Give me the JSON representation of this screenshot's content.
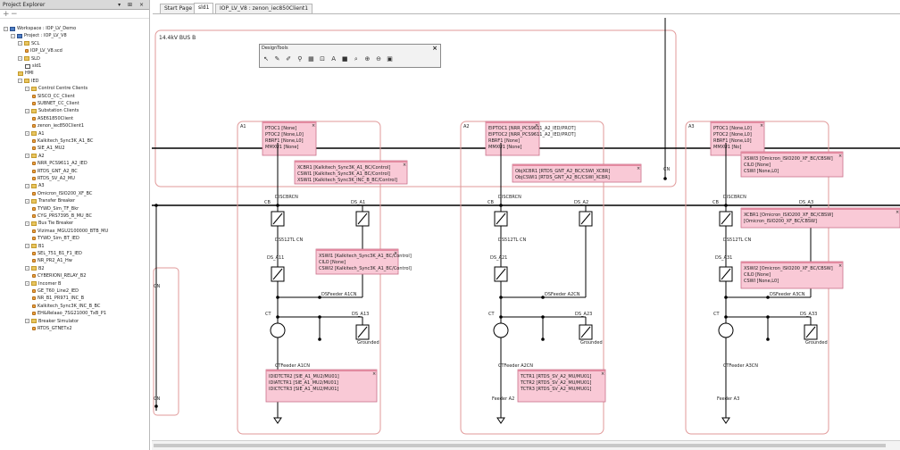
{
  "explorer": {
    "title": "Project Explorer",
    "controls": "▾ ⊞ ×",
    "toolbar": [
      {
        "name": "add-icon",
        "glyph": "+"
      },
      {
        "name": "remove-icon",
        "glyph": "−"
      }
    ],
    "tree": [
      {
        "label": "Workspace : IOP_LV_Demo",
        "level": 0,
        "icon": "ws",
        "exp": "-"
      },
      {
        "label": "Project : IOP_LV_V8",
        "level": 1,
        "icon": "ws",
        "exp": "-"
      },
      {
        "label": "SCL",
        "level": 2,
        "icon": "folder",
        "exp": "-"
      },
      {
        "label": "IOP_LV_V8.scd",
        "level": 3,
        "icon": "leaf",
        "exp": ""
      },
      {
        "label": "SLD",
        "level": 2,
        "icon": "folder",
        "exp": "-"
      },
      {
        "label": "sld1",
        "level": 3,
        "icon": "sld",
        "exp": ""
      },
      {
        "label": "HMI",
        "level": 2,
        "icon": "folder",
        "exp": ""
      },
      {
        "label": "IED",
        "level": 2,
        "icon": "folder",
        "exp": "-"
      },
      {
        "label": "Control Centre Clients",
        "level": 3,
        "icon": "folder",
        "exp": "-"
      },
      {
        "label": "SISCO_CC_Client",
        "level": 4,
        "icon": "leaf",
        "exp": ""
      },
      {
        "label": "SUBNET_CC_Client",
        "level": 4,
        "icon": "leaf",
        "exp": ""
      },
      {
        "label": "Substation Clients",
        "level": 3,
        "icon": "folder",
        "exp": "-"
      },
      {
        "label": "ASE61850Client",
        "level": 4,
        "icon": "leaf",
        "exp": ""
      },
      {
        "label": "zenon_iec850Client1",
        "level": 4,
        "icon": "leaf",
        "exp": ""
      },
      {
        "label": "A1",
        "level": 3,
        "icon": "folder",
        "exp": "-"
      },
      {
        "label": "Kalkitech_Sync3K_A1_BC",
        "level": 4,
        "icon": "leaf",
        "exp": ""
      },
      {
        "label": "SIE_A1_MU2",
        "level": 4,
        "icon": "leaf",
        "exp": ""
      },
      {
        "label": "A2",
        "level": 3,
        "icon": "folder",
        "exp": "-"
      },
      {
        "label": "NRR_PCS9611_A2_IED",
        "level": 4,
        "icon": "leaf",
        "exp": ""
      },
      {
        "label": "RTDS_GNT_A2_BC",
        "level": 4,
        "icon": "leaf",
        "exp": ""
      },
      {
        "label": "RTDS_SV_A2_MU",
        "level": 4,
        "icon": "leaf",
        "exp": ""
      },
      {
        "label": "A3",
        "level": 3,
        "icon": "folder",
        "exp": "-"
      },
      {
        "label": "Omicron_ISIO200_XF_BC",
        "level": 4,
        "icon": "leaf",
        "exp": ""
      },
      {
        "label": "Transfer Breaker",
        "level": 3,
        "icon": "folder",
        "exp": "-"
      },
      {
        "label": "TYWD_Sim_TF_Bkr",
        "level": 4,
        "icon": "leaf",
        "exp": ""
      },
      {
        "label": "CYG_PRS7395_B_MU_BC",
        "level": 4,
        "icon": "leaf",
        "exp": ""
      },
      {
        "label": "Bus Tie Breaker",
        "level": 3,
        "icon": "folder",
        "exp": "-"
      },
      {
        "label": "Vizimax_MGU2100000_BTB_MU",
        "level": 4,
        "icon": "leaf",
        "exp": ""
      },
      {
        "label": "TYWD_Sim_BT_IED",
        "level": 4,
        "icon": "leaf",
        "exp": ""
      },
      {
        "label": "B1",
        "level": 3,
        "icon": "folder",
        "exp": "-"
      },
      {
        "label": "SEL_751_B1_F1_IED",
        "level": 4,
        "icon": "leaf",
        "exp": ""
      },
      {
        "label": "NR_PR2_A1_Hw",
        "level": 4,
        "icon": "leaf",
        "exp": ""
      },
      {
        "label": "B2",
        "level": 3,
        "icon": "folder",
        "exp": "-"
      },
      {
        "label": "CYBERIONI_RELAY_B2",
        "level": 4,
        "icon": "leaf",
        "exp": ""
      },
      {
        "label": "Incomer B",
        "level": 3,
        "icon": "folder",
        "exp": "-"
      },
      {
        "label": "GE_T60_Line2_IED",
        "level": 4,
        "icon": "leaf",
        "exp": ""
      },
      {
        "label": "NR_B1_PR971_INC_B",
        "level": 4,
        "icon": "leaf",
        "exp": ""
      },
      {
        "label": "Kalkitech_Sync3K_INC_B_BC",
        "level": 4,
        "icon": "leaf",
        "exp": ""
      },
      {
        "label": "EH&Relaao_7SG21000_TxB_P1",
        "level": 4,
        "icon": "leaf",
        "exp": ""
      },
      {
        "label": "Breaker Simulator",
        "level": 3,
        "icon": "folder",
        "exp": "-"
      },
      {
        "label": "RTDS_GTNETx2",
        "level": 4,
        "icon": "leaf",
        "exp": ""
      }
    ]
  },
  "tabs": [
    {
      "label": "Start Page",
      "active": false
    },
    {
      "label": "sld1",
      "active": true
    },
    {
      "label": "IOP_LV_V8 : zenon_iec850Client1",
      "active": false
    }
  ],
  "design_tools": {
    "title": "DesignTools",
    "close": "×",
    "tools": [
      {
        "name": "pointer-icon",
        "glyph": "↖"
      },
      {
        "name": "pen-icon",
        "glyph": "✎"
      },
      {
        "name": "pencil-icon",
        "glyph": "✐"
      },
      {
        "name": "connector-icon",
        "glyph": "⚲"
      },
      {
        "name": "grid-icon",
        "glyph": "▦"
      },
      {
        "name": "image-icon",
        "glyph": "⊡"
      },
      {
        "name": "text-icon",
        "glyph": "A"
      },
      {
        "name": "fill-icon",
        "glyph": "■"
      },
      {
        "name": "zoom-icon",
        "glyph": "⌕"
      },
      {
        "name": "zoom-in-icon",
        "glyph": "⊕"
      },
      {
        "name": "zoom-out-icon",
        "glyph": "⊖"
      },
      {
        "name": "layout-icon",
        "glyph": "▣"
      }
    ]
  },
  "diagram": {
    "bus_label": "14.4kV BUS B",
    "side_label_top": "CN",
    "side_label_bottom": "CN",
    "mid_cn": "CN",
    "bays": [
      {
        "name": "A1",
        "ied_lines": [
          "PTOC1 [None]",
          "PTOC2 [None,L0]",
          "RBRF1 [None,L0]",
          "MMXU1 [None]"
        ],
        "xcbr_lines": [
          "XCBR1 [Kalkitech_Sync3K_A1_BC/Control]",
          "CSWI1 [Kalkitech_Sync3K_A1_BC/Control]",
          "XSWI1 [Kalkitech_Sync3K_INC_B_BC/Control]"
        ],
        "cb": "CB",
        "ds_top": "DS_A1",
        "disc": "DISCBRCN",
        "ds_cn": "DS512TL CN",
        "ds_mid": "DS_A11",
        "xswi_lines": [
          "XSWI1 [Kalkitech_Sync3K_A1_BC/Control]",
          "CILO [None]",
          "CSWI2 [Kalkitech_Sync3K_A1_BC/Control]"
        ],
        "feeder_cn": "DSFeeder A1CN",
        "ct": "CT",
        "ds_low": "DS_A13",
        "grounded": "Grounded",
        "ct_cn": "CTFeeder A1CN",
        "tctr_lines": [
          "IDIDTCTR2 [SIE_A1_MU2/MU01]",
          "IDIATCTR1 [SIE_A1_MU2/MU01]",
          "IDICTCTR3 [SIE_A1_MU2/MU01]"
        ],
        "feeder": "Feeder A1"
      },
      {
        "name": "A2",
        "ied_lines": [
          "EIPTOC1 [NRR_PCS9611_A2_IED/PROT]",
          "EIPTOC2 [NRR_PCS9611_A2_IED/PROT]",
          "RBRF1 [None]",
          "MMXU1 [None]"
        ],
        "xcbr_lines": [
          "ObjXCBR1 [RTDS_GNT_A2_BC/CSWI_XCBR]",
          "ObjCSWI1 [RTDS_GNT_A2_BC/CSWI_XCBR]"
        ],
        "cb": "CB",
        "ds_top": "DS_A2",
        "disc": "DISCBRCN",
        "ds_cn": "DS512TL CN",
        "ds_mid": "DS_A21",
        "xswi_lines": [],
        "feeder_cn": "DSFeeder A2CN",
        "ct": "CT",
        "ds_low": "DS_A23",
        "grounded": "Grounded",
        "ct_cn": "CTFeeder A2CN",
        "tctr_lines": [
          "TCTR1 [RTDS_SV_A2_MU/MU01]",
          "TCTR2 [RTDS_SV_A2_MU/MU01]",
          "TCTR3 [RTDS_SV_A2_MU/MU01]"
        ],
        "feeder": "Feeder A2"
      },
      {
        "name": "A3",
        "ied_lines": [
          "PTOC1 [None,L0]",
          "PTOC2 [None,L0]",
          "RBRF1 [None,L0]",
          "MMXU1 [No]"
        ],
        "xcbr_lines": [
          "XSWI3 [Omicron_ISIO200_XF_BC/CBSW]",
          "CILO [None]",
          "CSWI [None,L0]"
        ],
        "cb": "CB",
        "ds_top": "DS_A3",
        "disc": "DISCBRCN",
        "ds_cn": "DS512TL CN",
        "ds_mid": "DS_A31",
        "xswi_lines": [
          "XCBR1 [Omicron_ISIO200_XF_BC/CBSW]",
          "[Omicron_ISIO200_XF_BC/CBSW]"
        ],
        "xswi2_lines": [
          "XSWI2 [Omicron_ISIO200_XF_BC/CBSW]",
          "CILO [None]",
          "CSWI [None,L0]"
        ],
        "feeder_cn": "DSFeeder A3CN",
        "ct": "CT",
        "ds_low": "DS_A33",
        "grounded": "Grounded",
        "ct_cn": "CTFeeder A3CN",
        "tctr_lines": [],
        "feeder": "Feeder A3"
      }
    ]
  }
}
